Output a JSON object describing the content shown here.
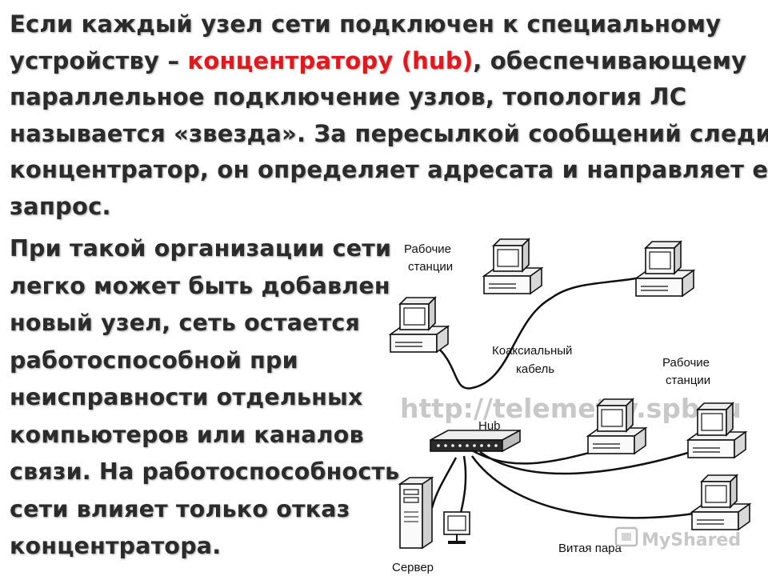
{
  "paragraph1": {
    "line1": "Если каждый узел сети подключен к специальному",
    "line2_before": "устройству – ",
    "line2_accent": "концентратору (hub)",
    "line2_after": ", обеспечивающему",
    "line3": "параллельное подключение узлов, топология ЛС",
    "line4": "называется «звезда». За пересылкой сообщений следит",
    "line5": "концентратор, он определяет адресата и направляет ему",
    "line6": "запрос."
  },
  "paragraph2": {
    "lines": [
      "При такой организации сети",
      "легко может быть добавлен",
      "новый узел, сеть остается",
      "работоспособной при",
      "неисправности отдельных",
      "компьютеров или каналов",
      "связи. На работоспособность",
      "сети влияет только отказ",
      "концентратора."
    ]
  },
  "diagram": {
    "workstations_top_label": [
      "Рабочие",
      "станции"
    ],
    "coax_label": [
      "Коаксиальный",
      "кабель"
    ],
    "workstations_right_label": [
      "Рабочие",
      "станции"
    ],
    "hub_label": "Hub",
    "server_label": "Сервер",
    "twisted_pair_label": "Витая пара"
  },
  "watermarks": {
    "url": "http://telemetry.spb.ru",
    "brand": "MyShared"
  },
  "colors": {
    "text": "#2b2b2b",
    "accent": "#e0191f"
  }
}
